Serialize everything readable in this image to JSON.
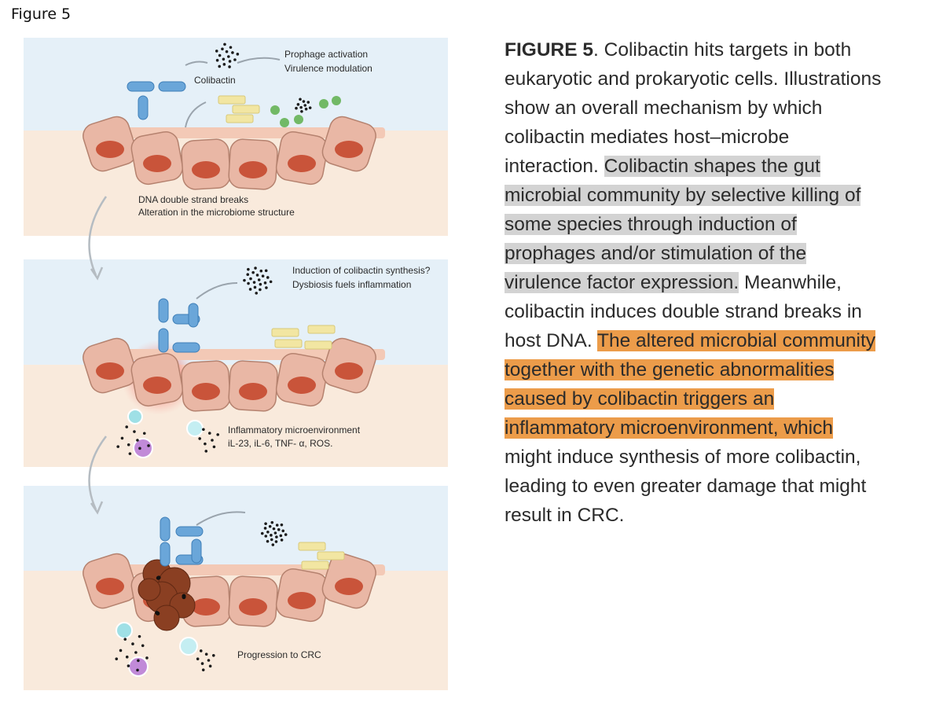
{
  "figure_label": "Figure 5",
  "panel1": {
    "colibactin_label": "Colibactin",
    "note_line1": "Prophage activation",
    "note_line2": "Virulence modulation",
    "bottom_line1": "DNA double strand breaks",
    "bottom_line2": "Alteration in the microbiome structure"
  },
  "panel2": {
    "note_line1": "Induction of colibactin synthesis?",
    "note_line2": "Dysbiosis fuels inflammation",
    "bottom_line1": "Inflammatory microenvironment",
    "bottom_line2": "iL-23, iL-6, TNF- α, ROS."
  },
  "panel3": {
    "bottom_line1": "Progression to CRC"
  },
  "caption": {
    "lines": [
      {
        "text": "Colibactin hits targets in both",
        "bold_prefix": "FIGURE 5",
        "mid": ". "
      },
      {
        "text": "eukaryotic and prokaryotic cells. Illustrations"
      },
      {
        "text": "show an overall mechanism by which"
      },
      {
        "text": "colibactin mediates host–microbe"
      },
      {
        "text": "interaction. ",
        "gray": "Colibactin shapes the gut"
      },
      {
        "gray": "microbial community by selective killing of"
      },
      {
        "gray": "some species through induction of"
      },
      {
        "gray": "prophages and/or stimulation of the"
      },
      {
        "gray": "virulence factor expression.",
        "text_after": " Meanwhile,"
      },
      {
        "text": "colibactin induces double strand breaks in"
      },
      {
        "text": "host DNA. ",
        "orange": "The altered microbial community"
      },
      {
        "orange": "together with the genetic abnormalities"
      },
      {
        "orange": "caused by colibactin triggers an"
      },
      {
        "orange": "inflammatory microenvironment, which"
      },
      {
        "text": "might induce synthesis of more colibactin,"
      },
      {
        "text": "leading to even greater damage that might"
      },
      {
        "text": "result in CRC."
      }
    ]
  },
  "colors": {
    "lumen": "#e5f0f8",
    "tissue": "#f9eadc",
    "cell": "#e9b7a5",
    "nucleus": "#c9543a",
    "bacteria": "#6aa6d9",
    "green_bacteria": "#72b966",
    "highlight_gray": "#d3d3d3",
    "highlight_orange": "#ec9c4a"
  }
}
